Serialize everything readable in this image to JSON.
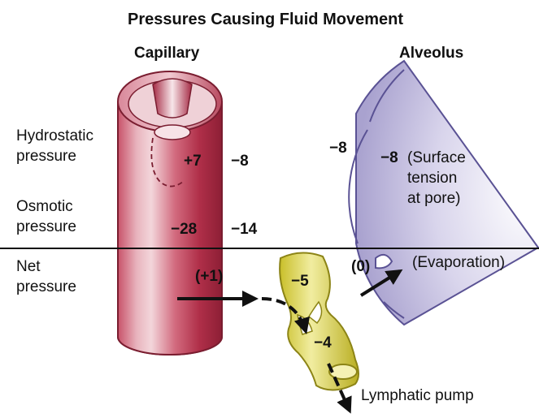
{
  "title": "Pressures Causing Fluid Movement",
  "headers": {
    "capillary": "Capillary",
    "alveolus": "Alveolus"
  },
  "row_labels": {
    "hydrostatic_line1": "Hydrostatic",
    "hydrostatic_line2": "pressure",
    "osmotic_line1": "Osmotic",
    "osmotic_line2": "pressure",
    "net_line1": "Net",
    "net_line2": "pressure"
  },
  "values": {
    "cap_hydrostatic": "+7",
    "interstitial_hydrostatic": "−8",
    "cap_osmotic": "−28",
    "interstitial_osmotic": "−14",
    "cap_net": "(+1)",
    "alveolar_wall": "−8",
    "alveolar_surface": "−8",
    "alveolar_net": "(0)",
    "lymph_upper": "−5",
    "lymph_lower": "−4"
  },
  "annotations": {
    "surface_line1": "(Surface",
    "surface_line2": "tension",
    "surface_line3": "at pore)",
    "evaporation": "(Evaporation)",
    "lymphatic_pump": "Lymphatic pump"
  },
  "colors": {
    "capillary": "#b8324b",
    "alveolus": "#9f98c7",
    "lymphatic": "#dcd34a"
  }
}
